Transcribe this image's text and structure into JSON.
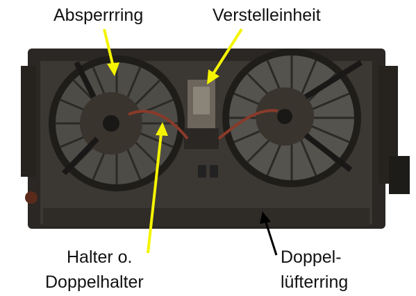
{
  "labels": {
    "absperrring": "Absperrring",
    "verstelleinheit": "Verstelleinheit",
    "halter_line1": "Halter o.",
    "halter_line2": "Doppelhalter",
    "doppel_line1": "Doppel-",
    "doppel_line2": "lüfterring"
  },
  "colors": {
    "arrow_yellow": "#f4f400",
    "arrow_black": "#000000",
    "frame": "#2e2b27",
    "fan_blades": "#5a5853",
    "motor": "#3a342e"
  }
}
